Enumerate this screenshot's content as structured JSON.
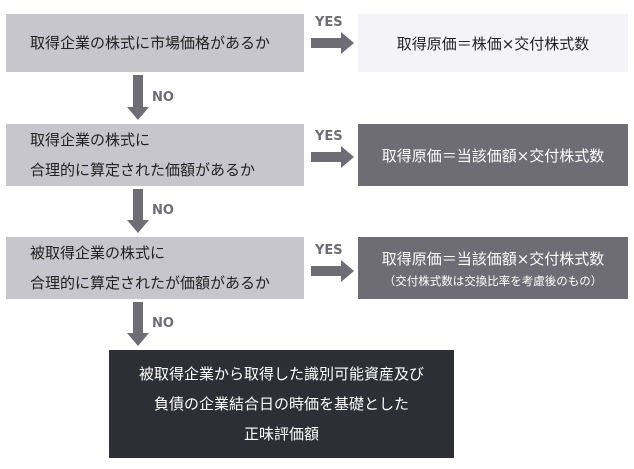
{
  "steps": [
    {
      "question": [
        "取得企業の株式に市場価格があるか"
      ],
      "yes_label": "YES",
      "result": [
        "取得原価＝株価×交付株式数"
      ],
      "no_label": "NO"
    },
    {
      "question": [
        "取得企業の株式に",
        "合理的に算定された価額があるか"
      ],
      "yes_label": "YES",
      "result": [
        "取得原価＝当該価額×交付株式数"
      ],
      "no_label": "NO"
    },
    {
      "question": [
        "被取得企業の株式に",
        "合理的に算定されたが価額があるか"
      ],
      "yes_label": "YES",
      "result": [
        "取得原価＝当該価額×交付株式数"
      ],
      "result_note": "（交付株式数は交換比率を考慮後のもの）",
      "no_label": "NO"
    }
  ],
  "final": [
    "被取得企業から取得した識別可能資産及び",
    "負債の企業結合日の時価を基礎とした",
    "正味評価額"
  ],
  "colors": {
    "question_bg": "#c6c6cc",
    "result_light_bg": "#f3f3f8",
    "result_dark_bg": "#6e6d76",
    "final_bg": "#2e2e36",
    "arrow": "#6e6d76"
  }
}
